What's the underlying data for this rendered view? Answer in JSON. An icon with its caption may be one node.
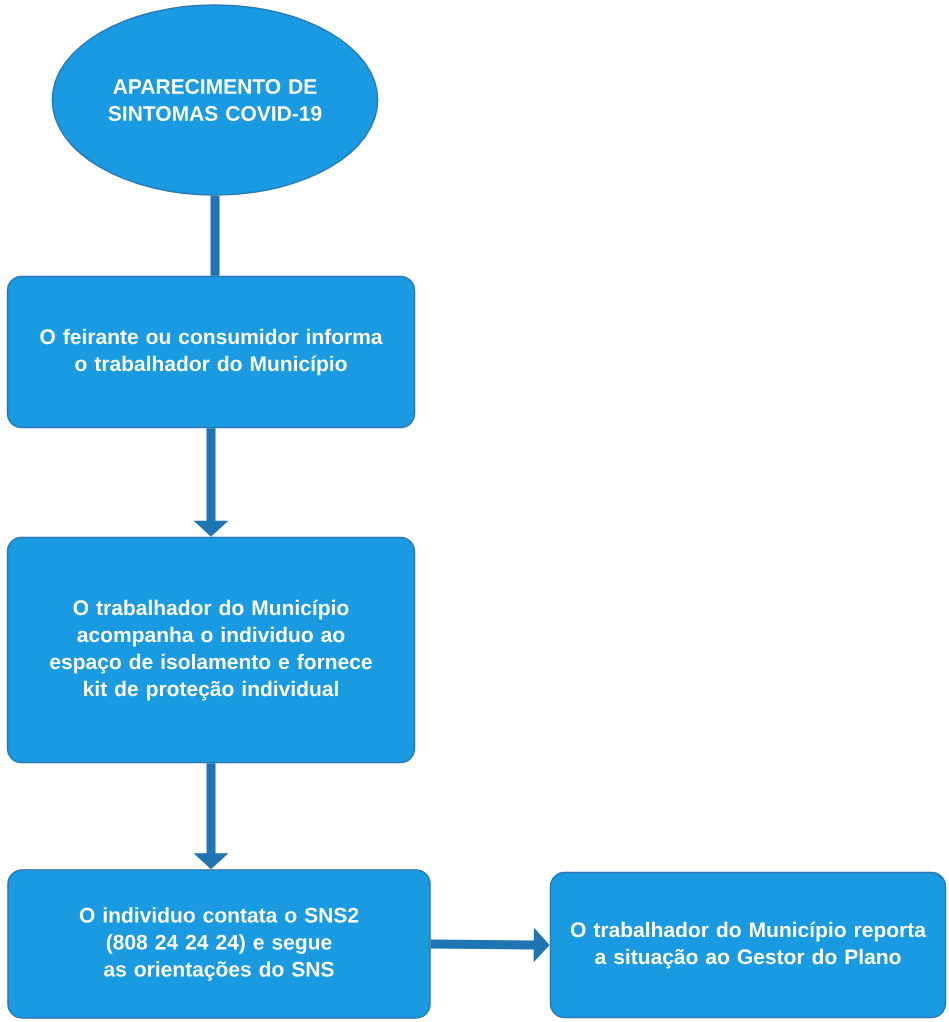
{
  "diagram": {
    "nodes": [
      {
        "text": [
          "APARECIMENTO DE SINTOMAS COVID-19"
        ]
      },
      {
        "text": [
          "O feirante ou consumidor informa o trabalhador do Município"
        ]
      },
      {
        "text": [
          "O trabalhador do Município acompanha o individuo ao espaço de isolamento e fornece kit de proteção individual"
        ]
      },
      {
        "text": [
          "O individuo contata o SNS2 (808 24 24 24) e segue as orientações do SNS"
        ]
      },
      {
        "text": [
          "O trabalhador do Município reporta a situação ao Gestor do Plano"
        ]
      }
    ],
    "edges": [
      {
        "from": 0,
        "to": 1,
        "arrow": "none"
      },
      {
        "from": 1,
        "to": 2,
        "arrow": "to"
      },
      {
        "from": 2,
        "to": 3,
        "arrow": "to"
      },
      {
        "from": 3,
        "to": 4,
        "arrow": "to"
      }
    ]
  }
}
